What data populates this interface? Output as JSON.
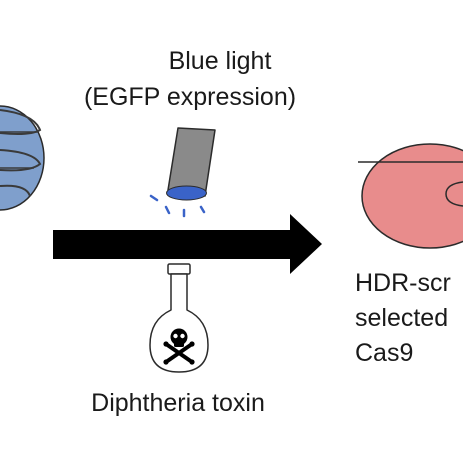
{
  "labels": {
    "blue_light": "Blue light",
    "egfp_expression": "(EGFP expression)",
    "diphtheria_toxin": "Diphtheria toxin",
    "hdr_lines": [
      "HDR-scr",
      "selected",
      "Cas9"
    ]
  },
  "icons": {
    "left_dish": "cell-dish-icon",
    "light_source": "lamp-icon",
    "flask": "poison-flask-icon",
    "right_dish": "culture-dish-icon",
    "arrow": "right-arrow-icon"
  },
  "colors": {
    "left_dish_fill": "#7f9fcc",
    "lamp_body": "#8a8a8a",
    "light_blue": "#3a63c8",
    "right_dish_fill": "#e88c8c",
    "arrow": "#000000"
  }
}
